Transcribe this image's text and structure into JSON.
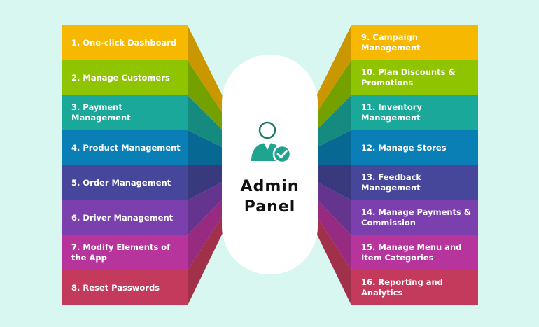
{
  "center": {
    "title_line1": "Admin",
    "title_line2": "Panel",
    "icon": "admin-user-check-icon"
  },
  "left_items": [
    {
      "label": "1. One-click Dashboard",
      "color": "#f6b800"
    },
    {
      "label": "2. Manage Customers",
      "color": "#8fc400"
    },
    {
      "label": "3. Payment Management",
      "color": "#1aa89a"
    },
    {
      "label": "4. Product Management",
      "color": "#0a7fb5"
    },
    {
      "label": "5. Order Management",
      "color": "#46479a"
    },
    {
      "label": "6. Driver Management",
      "color": "#7b3fae"
    },
    {
      "label": "7. Modify Elements of the App",
      "color": "#b8349d"
    },
    {
      "label": "8. Reset Passwords",
      "color": "#c43a5c"
    }
  ],
  "right_items": [
    {
      "label": "9. Campaign Management",
      "color": "#f6b800"
    },
    {
      "label": "10. Plan Discounts & Promotions",
      "color": "#8fc400"
    },
    {
      "label": "11. Inventory Management",
      "color": "#1aa89a"
    },
    {
      "label": "12. Manage Stores",
      "color": "#0a7fb5"
    },
    {
      "label": "13. Feedback Management",
      "color": "#46479a"
    },
    {
      "label": "14. Manage Payments & Commission",
      "color": "#7b3fae"
    },
    {
      "label": "15. Manage Menu and Item Categories",
      "color": "#b8349d"
    },
    {
      "label": "16. Reporting and Analytics",
      "color": "#c43a5c"
    }
  ]
}
